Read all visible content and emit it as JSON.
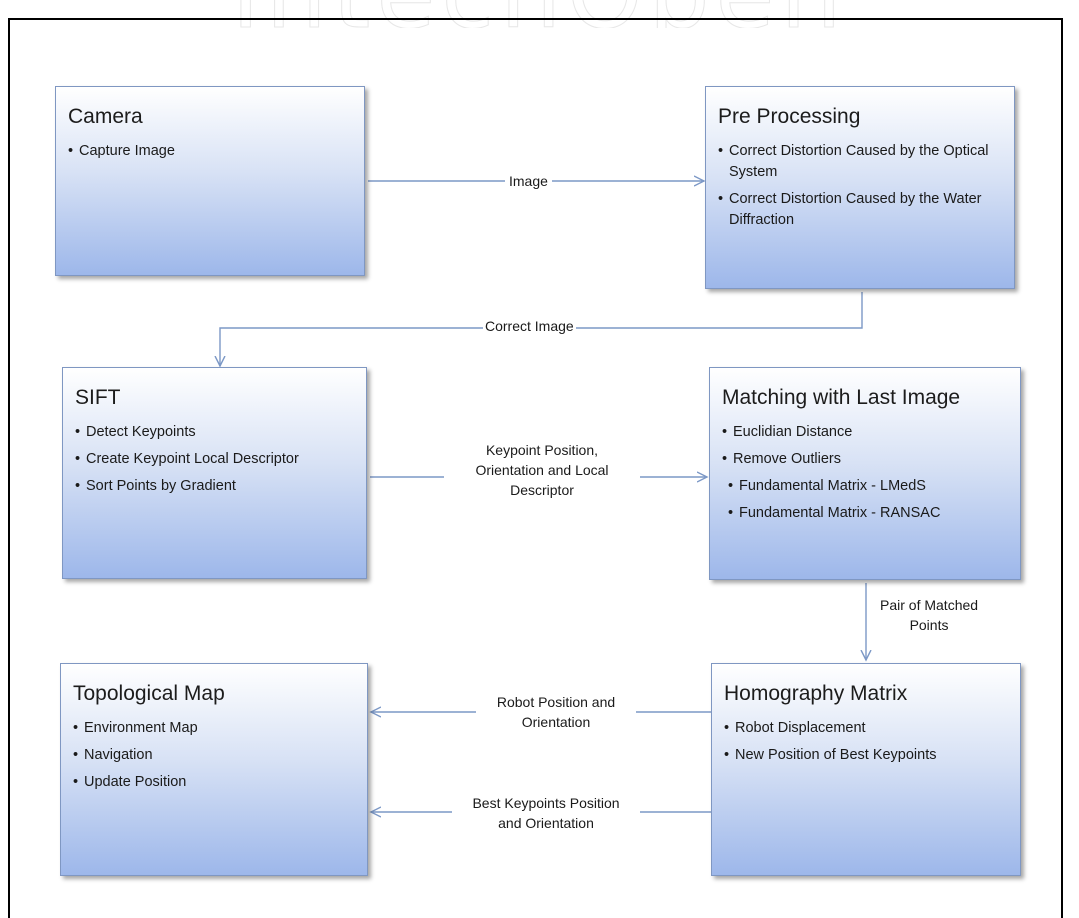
{
  "watermark": "IntechOpen",
  "nodes": {
    "camera": {
      "title": "Camera",
      "items": [
        "Capture Image"
      ]
    },
    "preprocessing": {
      "title": "Pre Processing",
      "items": [
        "Correct Distortion Caused by the Optical System",
        "Correct Distortion Caused by the Water Diffraction"
      ]
    },
    "sift": {
      "title": "SIFT",
      "items": [
        "Detect Keypoints",
        "Create Keypoint Local Descriptor",
        "Sort Points by Gradient"
      ]
    },
    "matching": {
      "title": "Matching with Last Image",
      "items": [
        "Euclidian Distance",
        "Remove Outliers"
      ],
      "subitems": [
        "Fundamental Matrix - LMedS",
        "Fundamental Matrix - RANSAC"
      ]
    },
    "homography": {
      "title": "Homography Matrix",
      "items": [
        "Robot Displacement",
        "New Position of Best Keypoints"
      ]
    },
    "topological": {
      "title": "Topological Map",
      "items": [
        "Environment Map",
        "Navigation",
        "Update Position"
      ]
    }
  },
  "edges": {
    "image": "Image",
    "correct_image": "Correct Image",
    "keypoint_info": [
      "Keypoint Position,",
      "Orientation and Local",
      "Descriptor"
    ],
    "matched_points": [
      "Pair of Matched",
      "Points"
    ],
    "robot_pose": [
      "Robot Position and",
      "Orientation"
    ],
    "best_keypoints": [
      "Best Keypoints Position",
      "and Orientation"
    ]
  }
}
